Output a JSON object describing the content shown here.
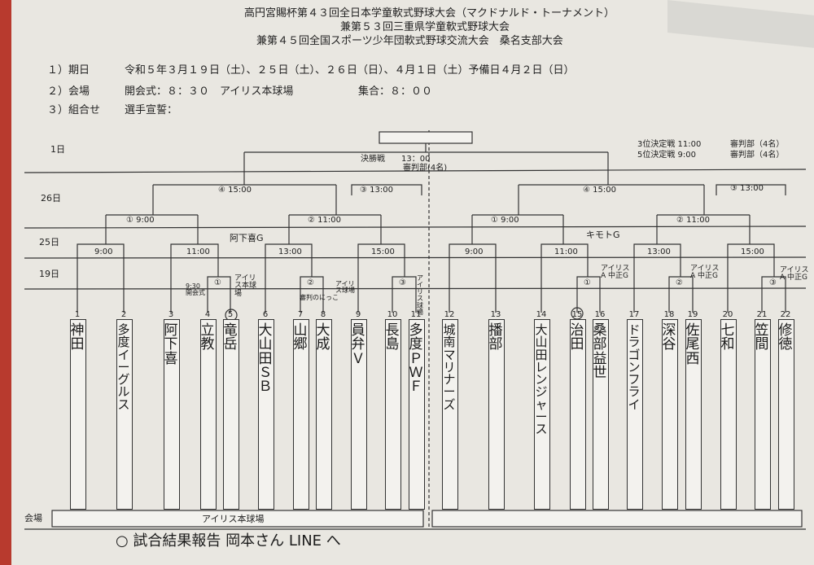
{
  "header": {
    "title_line1": "高円宮賜杯第４３回全日本学童軟式野球大会（マクドナルド・トーナメント）",
    "title_line2": "兼第５３回三重県学童軟式野球大会",
    "title_line3": "兼第４５回全国スポーツ少年団軟式野球交流大会　桑名支部大会"
  },
  "info": {
    "date_label": "１）期日",
    "date_value": "令和５年３月１９日（土）、２５日（土）、２６日（日）、４月１日（土）予備日４月２日（日）",
    "venue_label": "２）会場",
    "venue_value": "開会式：８：３０　アイリス本球場",
    "gather_value": "集合：８：００",
    "combo_label": "３）組合せ",
    "combo_value": "選手宣誓："
  },
  "days": {
    "d1": "1日",
    "d26": "26日",
    "d25": "25日",
    "d19": "19日"
  },
  "final": {
    "label": "決勝戦",
    "time": "13：00",
    "referee": "審判部(4名)",
    "third_place": "3位決定戦 11:00",
    "fifth_place": "5位決定戦 9:00",
    "referee_right1": "審判部（4名）",
    "referee_right2": "審判部（4名）"
  },
  "rounds": {
    "semi_left": "④ 15:00",
    "semi_left3": "③ 13:00",
    "semi_right": "④ 15:00",
    "semi_right3": "③ 13:00",
    "q_left1": "① 9:00",
    "q_left2": "② 11:00",
    "q_right1": "① 9:00",
    "q_right2": "② 11:00",
    "r1_t1": "9:00",
    "r1_t2": "11:00",
    "r1_t3": "13:00",
    "r1_t4": "15:00",
    "r1_t5": "9:00",
    "r1_t6": "11:00",
    "r1_t7": "13:00",
    "r1_t8": "15:00",
    "m1": "①",
    "m2": "②",
    "m3": "③"
  },
  "teams": [
    {
      "no": "1",
      "name": "神田"
    },
    {
      "no": "2",
      "name": "多度イーグルス"
    },
    {
      "no": "3",
      "name": "阿下喜"
    },
    {
      "no": "4",
      "name": "立教"
    },
    {
      "no": "5",
      "name": "竜岳"
    },
    {
      "no": "6",
      "name": "大山田ＳＢ"
    },
    {
      "no": "7",
      "name": "山郷"
    },
    {
      "no": "8",
      "name": "大成"
    },
    {
      "no": "9",
      "name": "員弁Ｖ"
    },
    {
      "no": "10",
      "name": "長島"
    },
    {
      "no": "11",
      "name": "多度ＰＷＦ"
    },
    {
      "no": "12",
      "name": "城南マリナーズ"
    },
    {
      "no": "13",
      "name": "播部"
    },
    {
      "no": "14",
      "name": "大山田レンジャース"
    },
    {
      "no": "15",
      "name": "治田"
    },
    {
      "no": "16",
      "name": "桑部益世"
    },
    {
      "no": "17",
      "name": "ドラゴンフライ"
    },
    {
      "no": "18",
      "name": "深谷"
    },
    {
      "no": "19",
      "name": "佐尾西"
    },
    {
      "no": "20",
      "name": "七和"
    },
    {
      "no": "21",
      "name": "笠間"
    },
    {
      "no": "22",
      "name": "修徳"
    }
  ],
  "notes": {
    "n_agekiG": "阿下喜G",
    "n_kimotoG": "キモトG",
    "n_iris1": "アイリス本球場",
    "n_930": "9:30 開会式",
    "n_iris2": "アイリス球場",
    "n_referee": "審判のにっこ",
    "n_iris3": "アイリス球場",
    "n_irisA1": "アイリスA 中正G",
    "n_irisA2": "アイリスA 中正G",
    "n_irisA3": "アイリスA 中正G"
  },
  "venue": {
    "label": "会場",
    "left": "アイリス本球場",
    "right": ""
  },
  "footer": {
    "handwritten": "○ 試合結果報告 岡本さん LINE へ"
  }
}
